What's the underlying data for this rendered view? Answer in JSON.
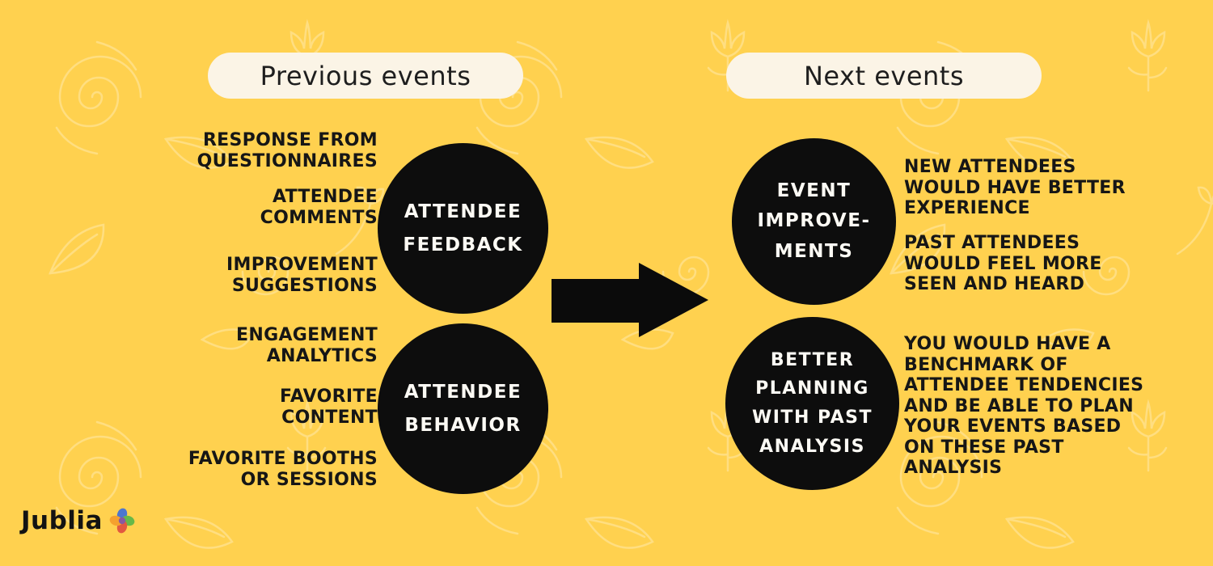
{
  "theme": {
    "background": "#FFD14F",
    "pattern_stroke": "#FFE18A",
    "pill_background": "#FBF4E6",
    "circle_background": "#0D0D0D",
    "circle_text": "#FCFAF4",
    "text_dark": "#161616",
    "arrow_color": "#0B0B0B"
  },
  "headers": {
    "previous": "Previous events",
    "next": "Next events"
  },
  "previous_section": {
    "items": [
      "RESPONSE FROM\nQUESTIONNAIRES",
      "ATTENDEE\nCOMMENTS",
      "IMPROVEMENT\nSUGGESTIONS",
      "ENGAGEMENT\nANALYTICS",
      "FAVORITE\nCONTENT",
      "FAVORITE BOOTHS\nOR SESSIONS"
    ],
    "circles": [
      "ATTENDEE\nFEEDBACK",
      "ATTENDEE\nBEHAVIOR"
    ]
  },
  "next_section": {
    "circles": [
      "EVENT\nIMPROVE-\nMENTS",
      "BETTER\nPLANNING\nWITH PAST\nANALYSIS"
    ],
    "outcomes": [
      "NEW ATTENDEES\nWOULD HAVE BETTER\nEXPERIENCE",
      "PAST ATTENDEES\nWOULD FEEL MORE\nSEEN AND HEARD",
      "YOU WOULD HAVE A\nBENCHMARK OF\nATTENDEE TENDENCIES\nAND BE ABLE TO PLAN\nYOUR EVENTS BASED\nON THESE PAST\nANALYSIS"
    ]
  },
  "footer": {
    "brand": "Jublia"
  }
}
